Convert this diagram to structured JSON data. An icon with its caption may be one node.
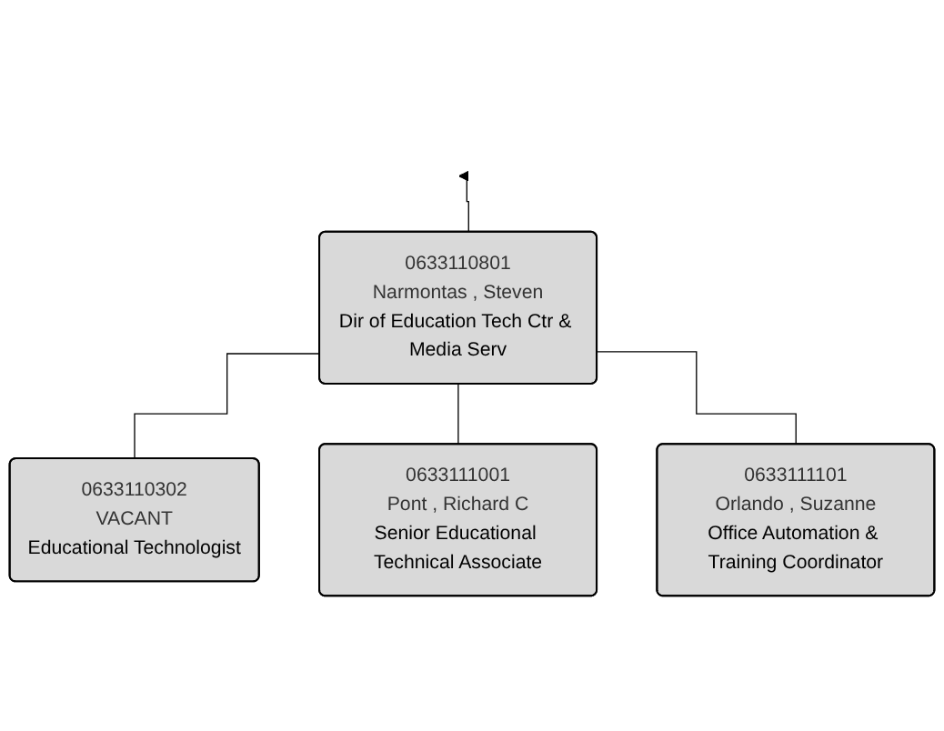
{
  "diagram": {
    "nodes": [
      {
        "text": [
          "0633110801",
          "Narmontas , Steven",
          "Dir of Education Tech Ctr & Media Serv"
        ]
      },
      {
        "text": [
          "0633110302",
          "VACANT",
          "Educational Technologist"
        ]
      },
      {
        "text": [
          "0633111001",
          "Pont , Richard C",
          "Senior Educational Technical Associate"
        ]
      },
      {
        "text": [
          "0633111101",
          "Orlando , Suzanne",
          "Office Automation & Training Coordinator"
        ]
      }
    ],
    "edges": [
      {
        "from": 0,
        "to": null,
        "arrow": "to"
      },
      {
        "from": 0,
        "to": 1,
        "arrow": "none"
      },
      {
        "from": 0,
        "to": 2,
        "arrow": "none"
      },
      {
        "from": 0,
        "to": 3,
        "arrow": "none"
      }
    ]
  }
}
